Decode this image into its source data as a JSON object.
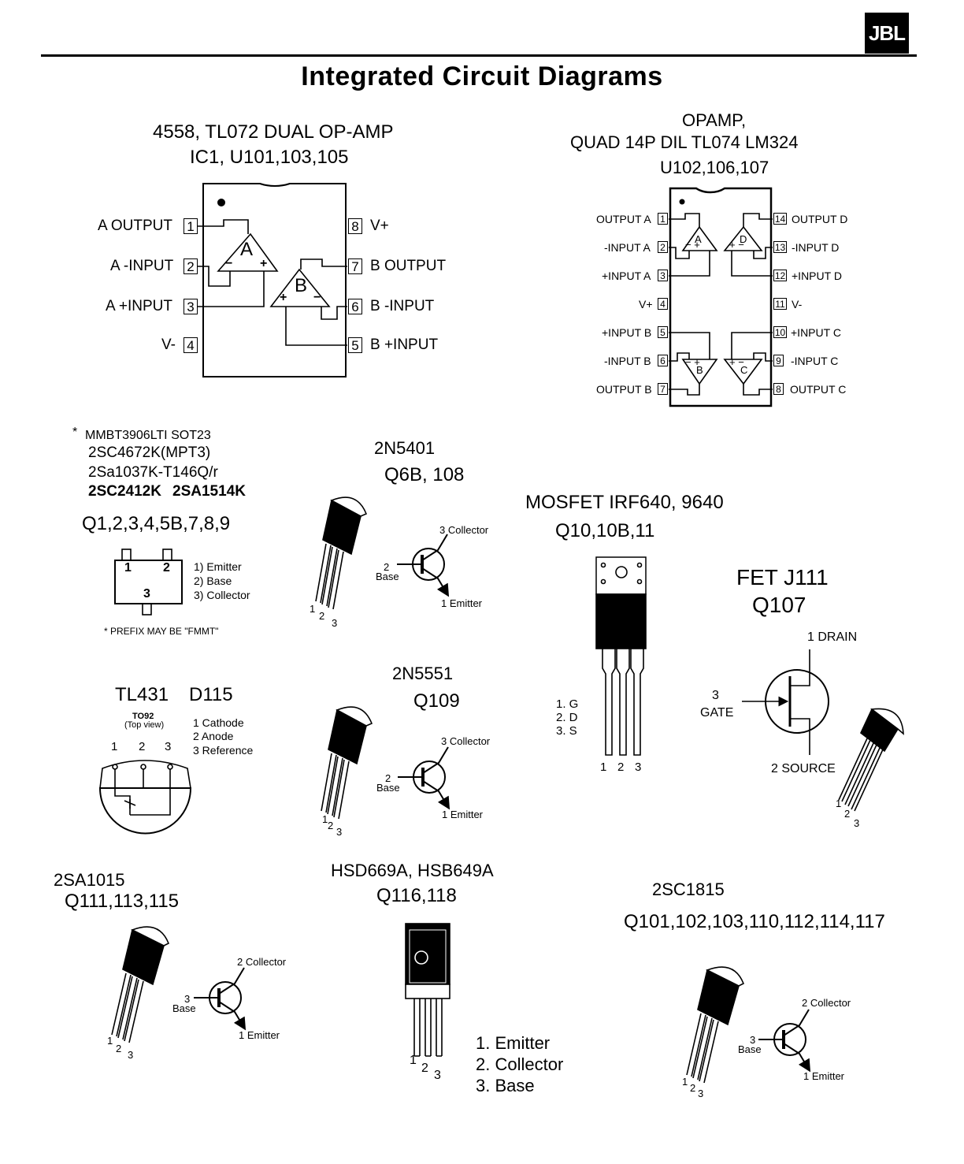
{
  "header": {
    "logo": "JBL",
    "title": "Integrated Circuit Diagrams"
  },
  "dual_opamp": {
    "title_1": "4558, TL072 DUAL OP-AMP",
    "title_2": "IC1, U101,103,105",
    "amp_a": "A",
    "amp_b": "B",
    "left_pins": [
      {
        "num": "1",
        "label": "A OUTPUT"
      },
      {
        "num": "2",
        "label": "A -INPUT"
      },
      {
        "num": "3",
        "label": "A +INPUT"
      },
      {
        "num": "4",
        "label": "V-"
      }
    ],
    "right_pins": [
      {
        "num": "8",
        "label": "V+"
      },
      {
        "num": "7",
        "label": "B OUTPUT"
      },
      {
        "num": "6",
        "label": "B -INPUT"
      },
      {
        "num": "5",
        "label": "B +INPUT"
      }
    ]
  },
  "quad_opamp": {
    "title_1": "OPAMP,",
    "title_2": "QUAD 14P DIL  TL074  LM324",
    "title_3": "U102,106,107",
    "amps": [
      "A",
      "D",
      "B",
      "C"
    ],
    "left_pins": [
      {
        "num": "1",
        "label": "OUTPUT A"
      },
      {
        "num": "2",
        "label": "-INPUT A"
      },
      {
        "num": "3",
        "label": "+INPUT A"
      },
      {
        "num": "4",
        "label": "V+"
      },
      {
        "num": "5",
        "label": "+INPUT B"
      },
      {
        "num": "6",
        "label": "-INPUT B"
      },
      {
        "num": "7",
        "label": "OUTPUT B"
      }
    ],
    "right_pins": [
      {
        "num": "14",
        "label": "OUTPUT D"
      },
      {
        "num": "13",
        "label": "-INPUT D"
      },
      {
        "num": "12",
        "label": "+INPUT D"
      },
      {
        "num": "11",
        "label": "V-"
      },
      {
        "num": "10",
        "label": "+INPUT C"
      },
      {
        "num": "9",
        "label": "-INPUT C"
      },
      {
        "num": "8",
        "label": "OUTPUT C"
      }
    ]
  },
  "sot23": {
    "star": "*",
    "line_1": "MMBT3906LTI SOT23",
    "line_2": "2SC4672K(MPT3)",
    "line_3": "2Sa1037K-T146Q/r",
    "line_4a": "2SC2412K",
    "line_4b": "2SA1514K",
    "refs": "Q1,2,3,4,5B,7,8,9",
    "pin_1": "1",
    "pin_2": "2",
    "pin_3": "3",
    "legend_1": "1) Emitter",
    "legend_2": "2) Base",
    "legend_3": "3) Collector",
    "note": "*  PREFIX MAY BE \"FMMT\""
  },
  "q_2n5401": {
    "part": "2N5401",
    "refs": "Q6B, 108",
    "collector": "3 Collector",
    "base_num": "2",
    "base": "Base",
    "emitter": "1 Emitter",
    "leg_1": "1",
    "leg_2": "2",
    "leg_3": "3"
  },
  "q_2n5551": {
    "part": "2N5551",
    "refs": "Q109",
    "collector": "3 Collector",
    "base_num": "2",
    "base": "Base",
    "emitter": "1 Emitter",
    "leg_1": "1",
    "leg_2": "2",
    "leg_3": "3"
  },
  "mosfet": {
    "title": "MOSFET  IRF640, 9640",
    "refs": "Q10,10B,11",
    "pin_g": "1. G",
    "pin_d": "2. D",
    "pin_s": "3. S",
    "leg_1": "1",
    "leg_2": "2",
    "leg_3": "3"
  },
  "fet": {
    "title": "FET J111",
    "refs": "Q107",
    "drain": "1 DRAIN",
    "gate_num": "3",
    "gate": "GATE",
    "source": "2 SOURCE",
    "leg_1": "1",
    "leg_2": "2",
    "leg_3": "3"
  },
  "tl431": {
    "title": "TL431",
    "refs": "D115",
    "pkg": "TO92",
    "view": "(Top view)",
    "legend_1": "1 Cathode",
    "legend_2": "2 Anode",
    "legend_3": "3 Reference",
    "pin_1": "1",
    "pin_2": "2",
    "pin_3": "3"
  },
  "q_2sa1015": {
    "part": "2SA1015",
    "refs": "Q111,113,115",
    "collector": "2 Collector",
    "base_num": "3",
    "base": "Base",
    "emitter": "1 Emitter",
    "leg_1": "1",
    "leg_2": "2",
    "leg_3": "3"
  },
  "q_hsd": {
    "part": "HSD669A, HSB649A",
    "refs": "Q116,118",
    "legend_1": "1. Emitter",
    "legend_2": "2. Collector",
    "legend_3": "3. Base",
    "leg_1": "1",
    "leg_2": "2",
    "leg_3": "3"
  },
  "q_2sc1815": {
    "part": "2SC1815",
    "refs": "Q101,102,103,110,112,114,117",
    "collector": "2 Collector",
    "base_num": "3",
    "base": "Base",
    "emitter": "1 Emitter",
    "leg_1": "1",
    "leg_2": "2",
    "leg_3": "3"
  }
}
